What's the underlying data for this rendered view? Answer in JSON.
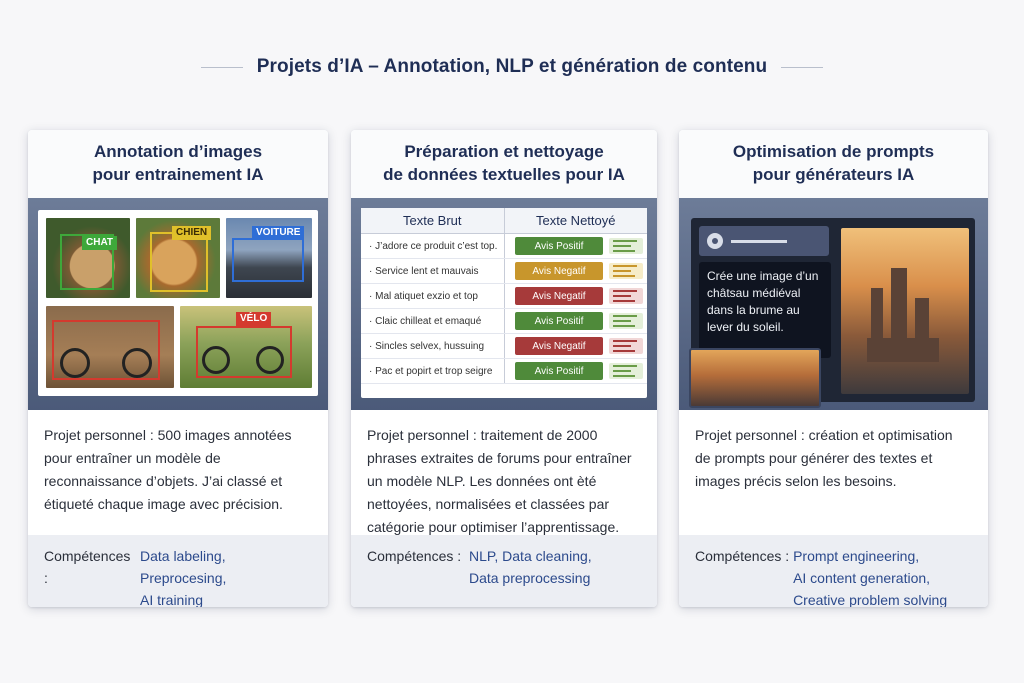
{
  "header": {
    "title": "Projets d’IA – Annotation, NLP et génération de contenu"
  },
  "cards": [
    {
      "title_line1": "Annotation d’images",
      "title_line2": "pour entrainement IA",
      "labels": [
        "CHAT",
        "CHIEN",
        "VOITURE",
        "VÉLO"
      ],
      "description": "Projet personnel : 500 images annotées pour entraîner un modèle de reconnaissance d’objets. J’ai classé et étiqueté chaque image avec précision.",
      "skills_label": "Compétences :",
      "skills": [
        "Data labeling, Preprocesing,",
        "AI training"
      ]
    },
    {
      "title_line1": "Préparation et nettoyage",
      "title_line2": "de données textuelles pour IA",
      "table": {
        "headers": [
          "Texte Brut",
          "Texte Nettoyé"
        ],
        "rows": [
          {
            "raw": "· J’adore ce produit c’est top.",
            "label": "Avis Positif",
            "kind": "pos"
          },
          {
            "raw": "· Service lent et mauvais",
            "label": "Avis Negatif",
            "kind": "neg-y"
          },
          {
            "raw": "· Mal atiquet exzio et top",
            "label": "Avis Negatif",
            "kind": "neg-r"
          },
          {
            "raw": "· Claic chilleat et emaqué",
            "label": "Avis Positif",
            "kind": "pos"
          },
          {
            "raw": "· Sincles selvex, hussuing",
            "label": "Avis Negatif",
            "kind": "neg-r"
          },
          {
            "raw": "· Pac et popirt et trop seigre",
            "label": "Avis Positif",
            "kind": "pos"
          }
        ]
      },
      "description": "Projet personnel : traitement de 2000 phrases extraites de forums pour entraîner un modèle NLP. Les données ont èté nettoyées, normalisées et classées par catégorie pour optimiser l’apprentissage.",
      "skills_label": "Compétences :",
      "skills": [
        "NLP,  Data cleaning,",
        "Data preprocessing"
      ]
    },
    {
      "title_line1": "Optimisation de prompts",
      "title_line2": "pour générateurs IA",
      "prompt": "Crée une image d’un châtsau médiéval dans la brume au lever du soleil.",
      "description": "Projet personnel : création et optimisation de prompts pour générer des textes et images précis selon les besoins.",
      "skills_label": "Compétences :",
      "skills": [
        "Prompt engineering,",
        "AI content generation,",
        "Creative problem solving"
      ]
    }
  ],
  "colors": {
    "title": "#1f2e55",
    "skills": "#2c4a8c",
    "positive": "#4f8a3a",
    "negative_yellow": "#c8962c",
    "negative_red": "#a63a3a"
  }
}
